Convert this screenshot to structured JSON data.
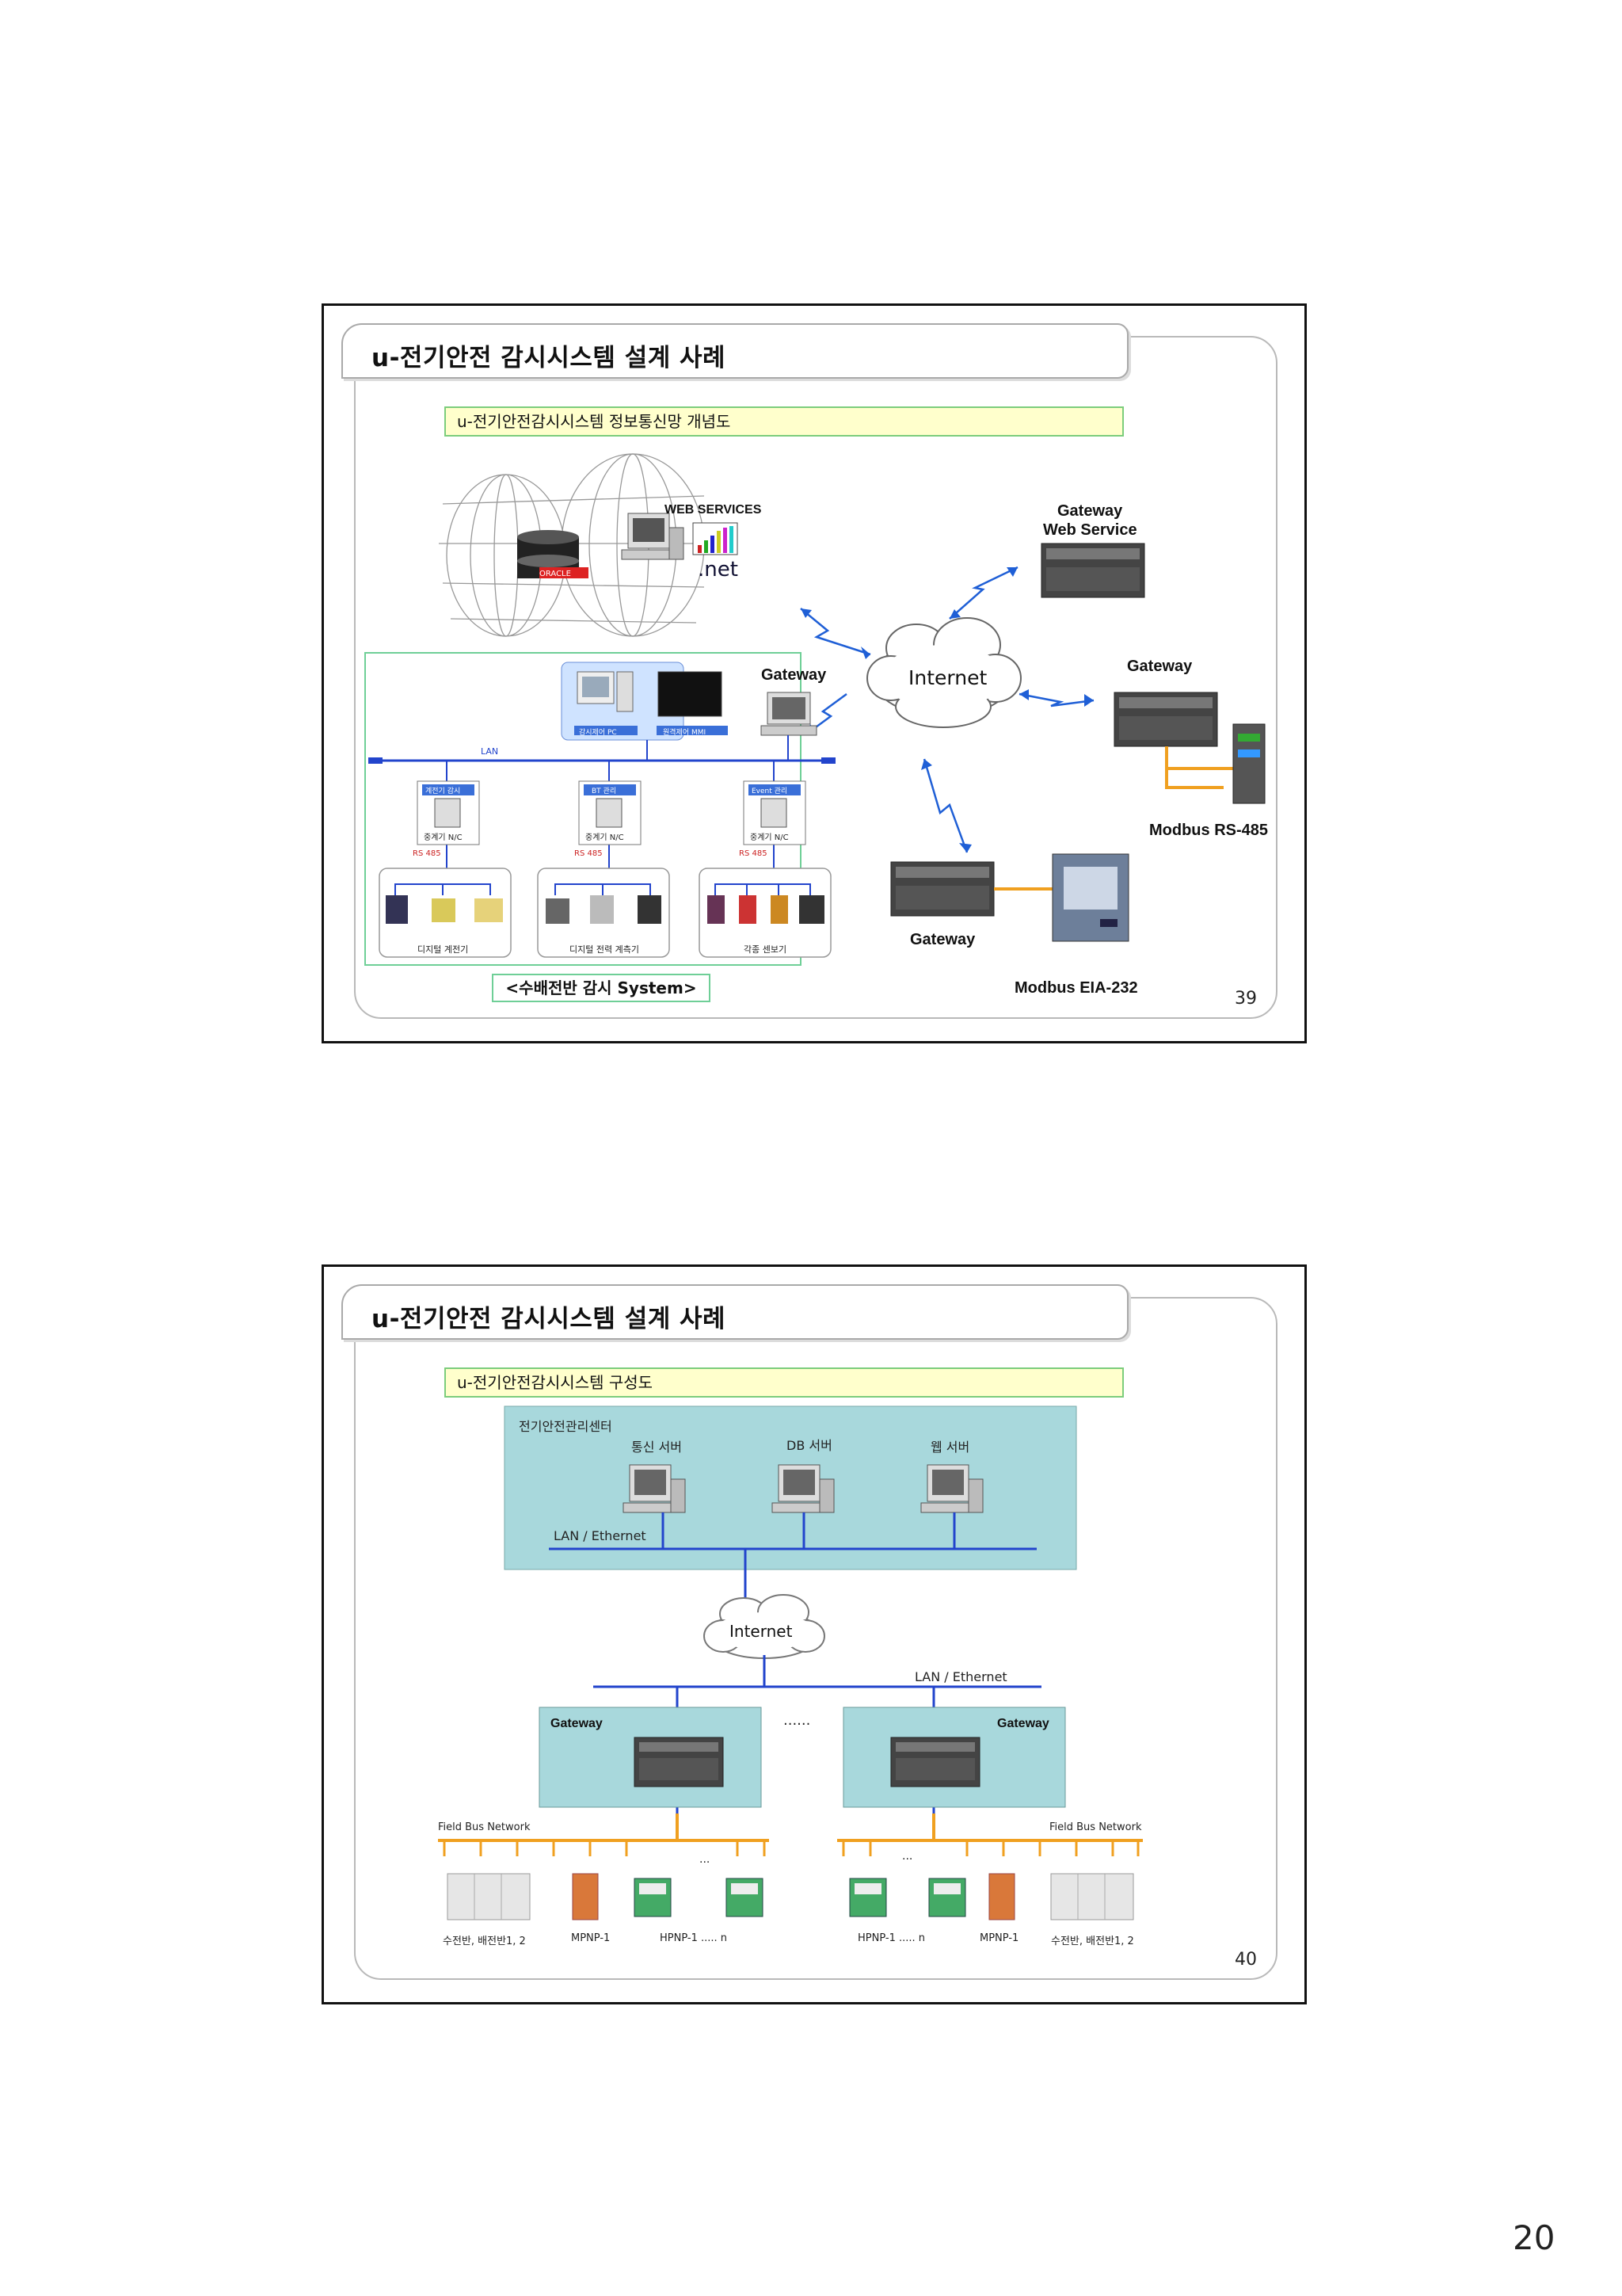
{
  "page_number": "20",
  "slide1": {
    "title": "u-전기안전 감시시스템 설계 사례",
    "subtitle": "u-전기안전감시시스템 정보통신망 개념도",
    "web_services": "WEB SERVICES",
    "oracle": "ORACLE",
    "dotnet": ".net",
    "internet": "Internet",
    "gateway_web_service_line1": "Gateway",
    "gateway_web_service_line2": "Web Service",
    "gateway_right": "Gateway",
    "modbus_rs485": "Modbus RS-485",
    "gateway_bottom": "Gateway",
    "modbus_eia232": "Modbus EIA-232",
    "gateway_inner": "Gateway",
    "lan": "LAN",
    "pc_label_1": "감시제어 PC",
    "pc_label_2": "원격제어 MMI",
    "node_tags": [
      "계전기 감시",
      "BT 관리",
      "Event 관리"
    ],
    "node_bottom": [
      "중계기 N/C",
      "중계기 N/C",
      "중계기 N/C"
    ],
    "rs485": "RS 485",
    "device_groups": [
      "디지털 계전기",
      "디지털 전력 계측기",
      "각종 센보기"
    ],
    "caption": "<수배전반 감시 System>",
    "number": "39"
  },
  "slide2": {
    "title": "u-전기안전 감시시스템 설계 사례",
    "subtitle": "u-전기안전감시시스템 구성도",
    "center_label": "전기안전관리센터",
    "servers": [
      "통신 서버",
      "DB 서버",
      "웹 서버"
    ],
    "lan_top": "LAN / Ethernet",
    "internet": "Internet",
    "lan_mid": "LAN / Ethernet",
    "gateway_left": "Gateway",
    "gateway_right": "Gateway",
    "dots": "......",
    "fieldbus_left": "Field Bus Network",
    "fieldbus_right": "Field Bus Network",
    "ellipsis": "...",
    "device_labels": [
      "수전반, 배전반1, 2",
      "MPNP-1",
      "HPNP-1 ..... n",
      "HPNP-1 ..... n",
      "MPNP-1",
      "수전반, 배전반1, 2"
    ],
    "number": "40"
  },
  "colors": {
    "lan_blue": "#2244cc",
    "fieldbus_orange": "#f0a020",
    "panel_teal": "#a8d8dc",
    "subtitle_fill": "#ffffcc"
  }
}
